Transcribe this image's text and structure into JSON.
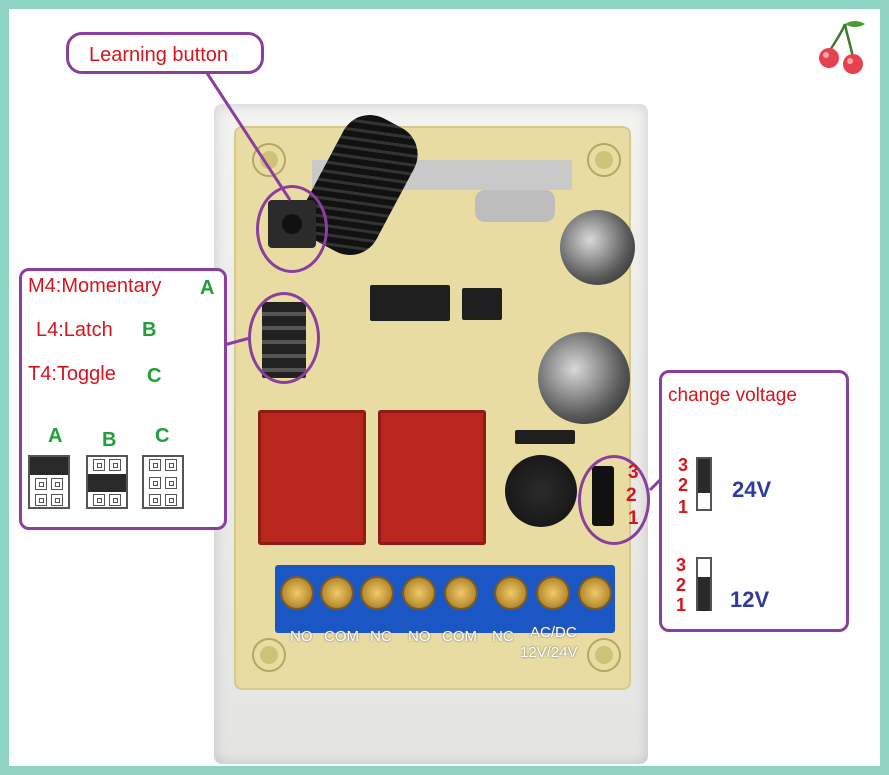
{
  "annotations": {
    "learning_button": "Learning button",
    "modes": [
      {
        "label": "M4:Momentary",
        "letter": "A"
      },
      {
        "label": "L4:Latch",
        "letter": "B"
      },
      {
        "label": "T4:Toggle",
        "letter": "C"
      }
    ],
    "legend_letters": [
      "A",
      "B",
      "C"
    ],
    "change_voltage": "change voltage",
    "jumper_pins": [
      "3",
      "2",
      "1"
    ],
    "voltages": [
      "24V",
      "12V"
    ]
  },
  "board": {
    "terminal_labels": [
      "NO",
      "COM",
      "NC",
      "NO",
      "COM",
      "NC"
    ],
    "power_label_1": "AC/DC",
    "power_label_2": "12V/24V"
  },
  "colors": {
    "annotation_border": "#8a3f9e",
    "text_red": "#d8141c",
    "text_green": "#1f9e3a",
    "text_blue": "#2f3a9e",
    "frame": "#8fd3c2"
  },
  "icons": [
    "cherry-icon"
  ]
}
